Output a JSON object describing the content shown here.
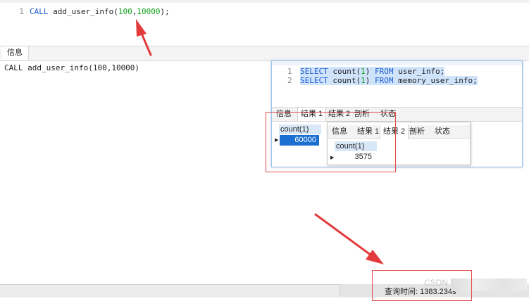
{
  "editor": {
    "line_number": "1",
    "code_prefix": "CALL",
    "code_func": " add_user_info(",
    "code_num1": "100",
    "code_comma": ",",
    "code_num2": "10000",
    "code_suffix": ");"
  },
  "result_tabs": {
    "info_label": "信息"
  },
  "message": {
    "text": "CALL add_user_info(100,10000)"
  },
  "overlay": {
    "line1_number": "1",
    "line2_number": "2",
    "line1": {
      "kw1": "SELECT",
      "p1": " count(",
      "n1": "1",
      "p2": ") ",
      "kw2": "FROM",
      "p3": " user_info;"
    },
    "line2": {
      "kw1": "SELECT",
      "p1": " count(",
      "n1": "1",
      "p2": ") ",
      "kw2": "FROM",
      "p3": " memory_user_info;"
    },
    "tabs": [
      "信息",
      "结果 1",
      "结果 2",
      "剖析",
      "状态"
    ],
    "grid": {
      "header": "count(1)",
      "value": "60000"
    }
  },
  "nested": {
    "tabs": [
      "信息",
      "结果 1",
      "结果 2",
      "剖析",
      "状态"
    ],
    "grid": {
      "header": "count(1)",
      "value": "3575"
    }
  },
  "statusbar": {
    "query_time": "查询时间: 1383.234s",
    "watermark": "CSDN"
  },
  "colors": {
    "annotation": "#e33b3b",
    "selection": "#1b6fd1"
  }
}
